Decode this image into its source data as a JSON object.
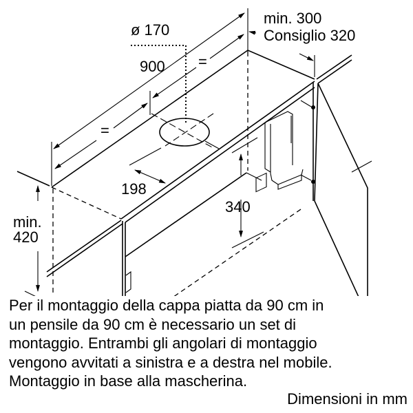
{
  "diagram": {
    "dimensions": {
      "duct_diameter": "ø 170",
      "width": "900",
      "equal_left": "=",
      "equal_right": "=",
      "duct_offset": "198",
      "inner_height": "340",
      "min_height_line1": "min.",
      "min_height_line2": "420",
      "depth_min": "min. 300",
      "depth_recommended": "Consiglio 320"
    }
  },
  "description": {
    "lines": [
      "Per il montaggio della cappa piatta da 90 cm in",
      "un pensile da 90 cm è necessario un set di",
      "montaggio. Entrambi gli angolari di montaggio",
      "vengono avvitati a sinistra e a destra nel mobile.",
      "Montaggio in base alla mascherina."
    ],
    "units_note": "Dimensioni in mm"
  }
}
